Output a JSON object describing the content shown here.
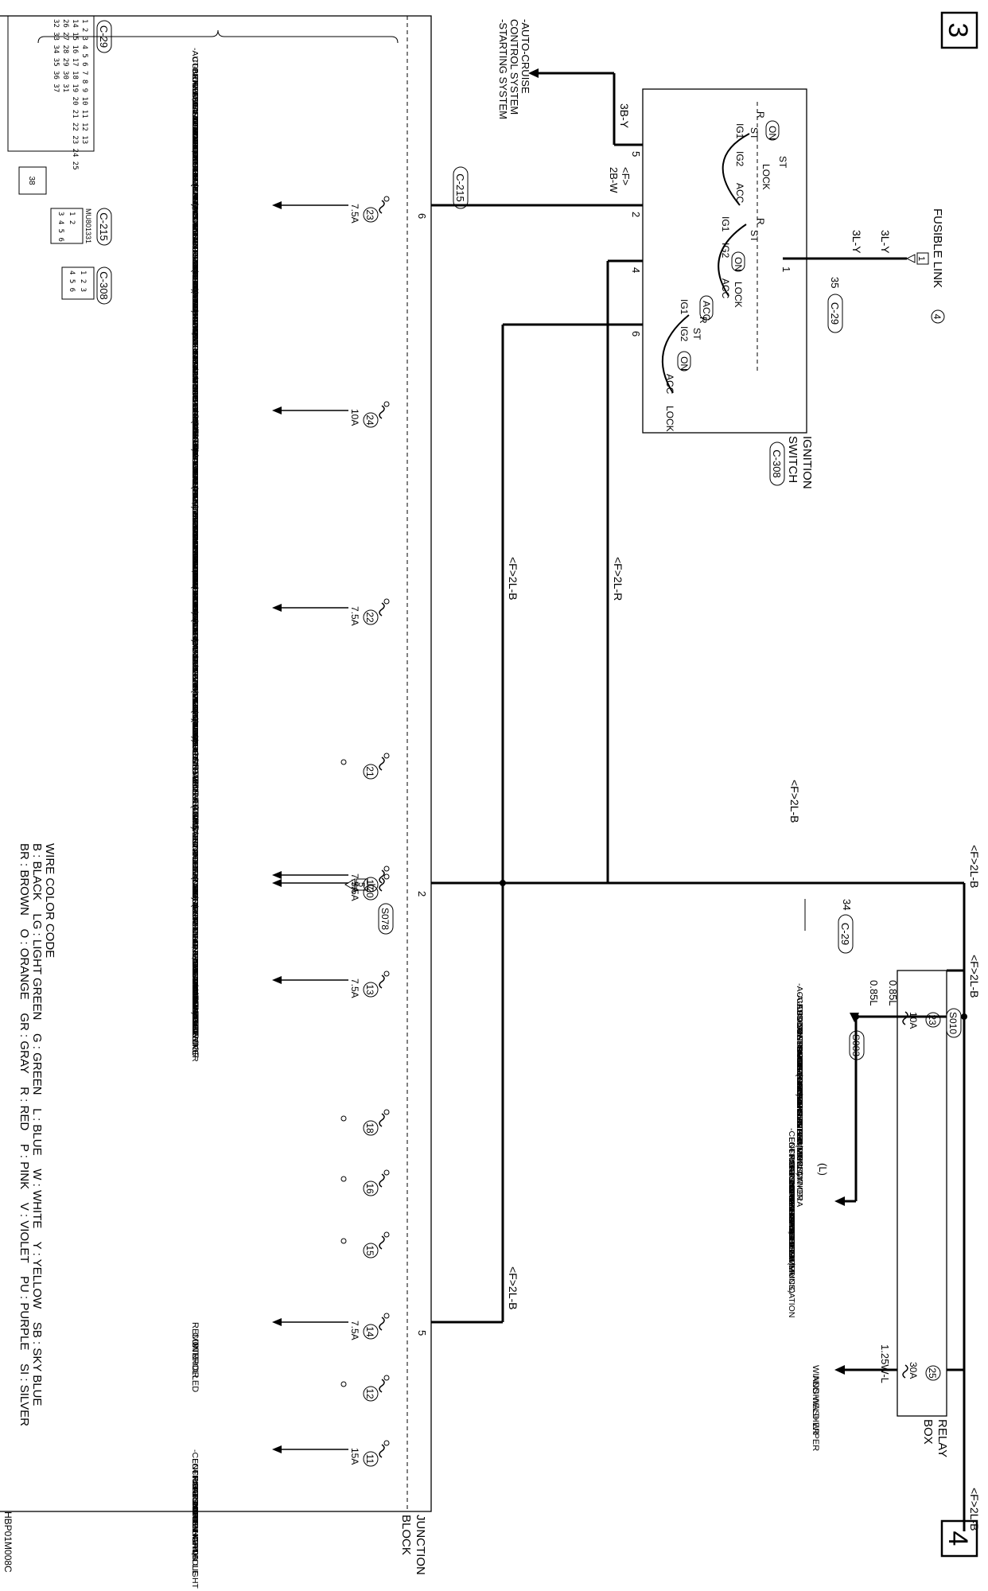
{
  "page_numbers": {
    "left": "3",
    "right": "4"
  },
  "fusible_link": {
    "title": "FUSIBLE LINK",
    "num": "4",
    "fuse_no": "1",
    "wire": "3L-Y",
    "wire2": "3L-Y",
    "pin": "35",
    "connector": "C-29"
  },
  "ignition_switch": {
    "title1": "IGNITION",
    "title2": "SWITCH",
    "connector": "C-308",
    "pins": {
      "p1": "1",
      "p2": "2",
      "p4": "4",
      "p5": "5",
      "p6": "6"
    },
    "positions": {
      "st": "ST",
      "on": "ON",
      "lock": "LOCK",
      "acc": "ACC",
      "ig1": "IG1",
      "ig2": "IG2",
      "r": "R"
    }
  },
  "starter_output": {
    "wire": "3B-Y",
    "items": [
      "-AUTO-CRUISE",
      "CONTROL SYSTEM",
      "-STARTING SYSTEM"
    ]
  },
  "wires": {
    "w_2bw_a": "<F>",
    "w_2bw_b": "2B-W",
    "w_2lr": "<F>2L-R",
    "w_2lb": "<F>2L-B",
    "w_2lb_top": "<F>2L-B",
    "w_2lb_mid": "<F>2L-B",
    "w_2lb_bottom": "<F>2L-B",
    "w_2lb_relay": "<F>2L-B",
    "w_2lb_relay2": "<F>2L-B",
    "w_085l": "0.85L",
    "w_085l_b": "0.85L",
    "w_125wl": "1.25W-L",
    "w_l": "(L)",
    "c29_pin": "34",
    "c29": "C-29",
    "c215": "C-215"
  },
  "splices": {
    "s078": "S078",
    "s010": "S010",
    "s083": "S083"
  },
  "ground": {
    "num": "5"
  },
  "junction_block": {
    "title1": "JUNCTION",
    "title2": "BLOCK",
    "pin6": "6",
    "pin2": "2",
    "pin5": "5"
  },
  "relay_box": {
    "title1": "RELAY",
    "title2": "BOX"
  },
  "fuses": [
    {
      "num": "23",
      "rating": "7.5A"
    },
    {
      "num": "24",
      "rating": "10A"
    },
    {
      "num": "22",
      "rating": "7.5A"
    },
    {
      "num": "21",
      "rating": ""
    },
    {
      "num": "17",
      "rating": "7.5A"
    },
    {
      "num": "20",
      "rating": "7.5A"
    },
    {
      "num": "13",
      "rating": "7.5A"
    },
    {
      "num": "18",
      "rating": ""
    },
    {
      "num": "16",
      "rating": ""
    },
    {
      "num": "15",
      "rating": ""
    },
    {
      "num": "14",
      "rating": "7.5A"
    },
    {
      "num": "12",
      "rating": ""
    },
    {
      "num": "11",
      "rating": "15A"
    }
  ],
  "relay_fuses": [
    {
      "num": "23",
      "rating": "10A"
    },
    {
      "num": "25",
      "rating": "30A"
    }
  ],
  "loads": {
    "f23_left": [
      "-AUTO-CRUISE",
      "CONTROL SYSTEM",
      "-BRAKE WARNING",
      "LIGHT, OIL PRESSURE",
      "WARNING LIGHT,",
      "FUEL WARNING LIGHT",
      "-CENTRAL DOOR",
      "LOCKING SYSTEM",
      "-CHARGING SYSTEM",
      "-CONTROLLER AREA",
      "NETWORK (CAN)",
      "-DOOR AJAR WARNING",
      "TONE ALARM",
      "-ELECTRONIC BRAKE-",
      "FORCE DISTRIBUTION",
      "(EBD), ANTI-LOCK",
      "BRAKING SYSTEM (ABS)",
      "AND ACTIVE STABILITY",
      "CONTROL SYSTEM (ASC)",
      "-ENGINE IMMOBILIZER",
      "SYSTEM",
      "-FOG LIGHT",
      "-FRONT DOME LIGHT,",
      "REAR DOME LIGHT,",
      "TRUNK LIGHT AND",
      "IGNITION KEY HOLE",
      "ILLUMINATION LIGHT"
    ],
    "f23_right": [
      "-HEADLIGHT",
      "-IGNITION KEY REMINDER",
      "TONE ALARM",
      "-INVECS-II 4A/T",
      "-INVECS-II 5A/T",
      "-LIGHTING MONITOR",
      "TONE ALARM",
      "-METER AND GAUGE",
      "-MFI SYSTEM",
      "-MITSUBISHI",
      "MULTI-COMMUNICATION",
      "SYSTEM(MMCS)",
      "-MULTI-CENTER DISPLAY",
      "-POWER WINDOWS",
      "-SEAT BELT WARNING",
      "TONE ALARM",
      "-SUNROOF",
      "-SUPPLEMENTAL RESTRAINT",
      "SYSTEM (SRS)",
      "-TAILLIGHT,POSITION LIGHT,",
      "FRONT SIDE MARKER LIGHT",
      "AND LICENSE PLATE LIGHT",
      "-TIRE PRESSURE",
      "MONITORING SYSTEM(TPMS)",
      "-TURN-SIGNAL LIGHT AND",
      "HAZARD WARNING LIGHT",
      "-WINDSHIELD WIPER AND",
      "WASHER"
    ],
    "f24": [
      "IGNITION",
      "SYSTEM"
    ],
    "f22": [
      "-AUTO-CRUISE",
      "CONTROL SYSTEM",
      "-BACK-UP LIGHT",
      "-CONTROLLER AREA",
      "NETWORK (CAN)",
      "-DOOR AJAR WARNING",
      "TONE ALARM",
      "-INVECS-II 4A/T",
      "-INVECS-II 5A/T",
      "-METER AND GAUGE",
      "-MFI SYSTEM",
      "-MITSUBISHI",
      "MULTI-COMMUNICATION",
      "SYSTEM(MMCS)",
      "-REAR VIEW CAMERA",
      "-SUPPLEMENTAL RESTRAINT",
      "SYSTEM (SRS)",
      "-TIRE PRESSURE",
      "MONITORING SYSTEM",
      "(TPMS)",
      "-WINDSHIELD WIPER AND",
      "WASHER"
    ],
    "f17": [
      "-CONTROLLER AREA",
      "NETWORK (CAN)",
      "-MFI SYSTEM"
    ],
    "f20": [
      "-AUTOMATIC AIR",
      "CONDITIONING",
      "SYSTEM",
      "-CONTROLLER AREA",
      "NETWORK (CAN)",
      "-COOLING SYSTEM",
      "-FOG LIGHT",
      "-HEADLIGHT",
      "-HEATED SEAT",
      "-MANUAL AIR",
      "CONDITIONING SYSTEM",
      "-SPARE CONNECTOR",
      "(FOR REAR VIEW CAMERA)",
      "-TAILLIGHT, POSITION",
      "LIGHT, FRONT SIDE",
      "MARKER LIGHT AND",
      "LICENSE PLATE LIGHT",
      "-TURN-SIGNAL LIGHT",
      "AND HAZARD",
      "WARNING LIGHT",
      "-WINDSHIELD WIPER",
      "AND WASHER"
    ],
    "f13": [
      "-AUTOMATIC",
      "ANTI-DAZZLING",
      "MIRROR",
      "-SUNROOF"
    ],
    "f14": [
      "REMOTE",
      "CONTROLLED",
      "MIRROR"
    ],
    "f11": [
      "-CENTRAL DOOR",
      "LOCKING SYSTEM",
      "-FRONT DOME LIGHT,",
      "REAR DOME LIGHT,",
      "TRUNK LIGHT AND",
      "IGNITION KEY HOLE",
      "ILLUMINATION LIGHT"
    ],
    "relay23": [
      "-ACCESSORY SOCKET",
      "-AUDIO SYSTEM",
      "-AUTOMATIC AIR",
      "CONDITIONING SYSTEM",
      "-CONTROLLER AREA",
      "NETWORK (CAN)",
      "-HANDS-FREE CELLULAR",
      "PHONE SYSTEM",
      "-MANUAL AIR",
      "CONDITIONING SYSTEM",
      "-MITSUBISHI",
      "MULTI-CENTER DISPLAY",
      "-MITSUBISHI",
      "MULTI-COMMUNICATION",
      "SYSTEM(MMCS)",
      "-REAR VIEW CAMERA"
    ],
    "s083_loads": [
      "-CENTRAL DOOR",
      "LOCKING SYSTEM",
      "-FRONT DOME LIGHT,",
      "REAR DOME LIGHT,",
      "TRUNK LIGHT AND",
      "IGNITION KEY HOLE",
      "ILLUMINATION LIGHT",
      "-WINDSHIELD WIPER",
      "AND WASHER",
      "-MITSUBISHI",
      "MULTI-COMMUNICATION",
      "SYSTEM(MMCS)"
    ],
    "relay25": [
      "WINDSHIELD WIPER",
      "AND WASHER"
    ]
  },
  "connectors": {
    "c29": {
      "label": "C-29",
      "rows": [
        "1 2 3 4 5 6 7 8 9 10 11 12 13",
        "14 15 16 17 18 19 20 21 22 23 24 25",
        "26 27 28 29 30 31",
        "32 33 34 35 36 37"
      ],
      "extra": "38"
    },
    "c215": {
      "label": "C-215",
      "code": "MU801331",
      "rows": [
        "1 2",
        "3 4 5 6"
      ]
    },
    "c308": {
      "label": "C-308",
      "rows": [
        "1 2 3",
        "4 5 6"
      ]
    }
  },
  "wire_color_code": {
    "title": "WIRE COLOR CODE",
    "line1": "B : BLACK    LG : LIGHT GREEN    G : GREEN    L : BLUE    W : WHITE    Y : YELLOW    SB : SKY BLUE",
    "line2": "BR : BROWN    O : ORANGE    GR : GRAY    R : RED    P : PINK    V : VIOLET    PU : PURPLE    SI : SILVER"
  },
  "figure_code": "HBP01M008C"
}
